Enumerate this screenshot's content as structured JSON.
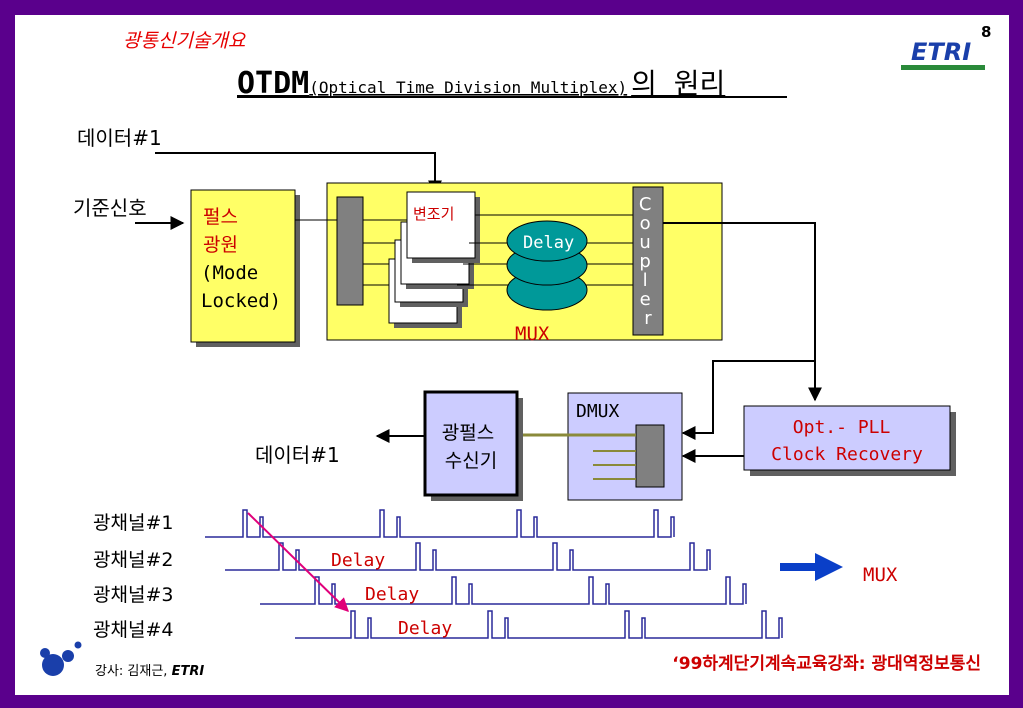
{
  "header": {
    "category": "광통신기술개요",
    "page_number": "8",
    "logo": "ETRI",
    "title_main": "OTDM",
    "title_paren": "(Optical Time Division Multiplex)",
    "title_suffix": "의 원리",
    "colors": {
      "frame": "#5a008c",
      "category": "#e60000",
      "logo": "#1a3faa",
      "logo_bar": "#2a8a3a"
    }
  },
  "diagram": {
    "data_in_label": "데이터#1",
    "ref_signal_label": "기준신호",
    "pulse_source_lines": [
      "펄스",
      "광원",
      "(Mode",
      "Locked)"
    ],
    "modulator_label": "변조기",
    "delay_label": "Delay",
    "coupler_letters": [
      "C",
      "o",
      "u",
      "p",
      "l",
      "e",
      "r"
    ],
    "mux_label": "MUX",
    "dmux_label": "DMUX",
    "receiver_lines": [
      "광펄스",
      "수신기"
    ],
    "data_out_label": "데이터#1",
    "pll_lines": [
      "Opt.- PLL",
      "Clock Recovery"
    ],
    "colors": {
      "yellow": "#ffff66",
      "lavender": "#ccccff",
      "gray": "#808080",
      "teal": "#009999",
      "red": "#cc0000",
      "green_wire": "#8a8a3a"
    }
  },
  "timing": {
    "channels": [
      "광채널#1",
      "광채널#2",
      "광채널#3",
      "광채널#4"
    ],
    "delay_labels": [
      "Delay",
      "Delay",
      "Delay"
    ],
    "mux_result_label": "MUX",
    "colors": {
      "pulse": "#2a2a9a",
      "diagonal": "#e0007a",
      "arrow": "#0a3fc8",
      "delay_text": "#cc0000"
    }
  },
  "footer": {
    "lecturer_prefix": "강사: 김재근, ",
    "lecturer_org": "ETRI",
    "course": "‘99하계단기계속교육강좌: 광대역정보통신",
    "colors": {
      "course": "#cc0000",
      "logo": "#1a3faa"
    }
  }
}
